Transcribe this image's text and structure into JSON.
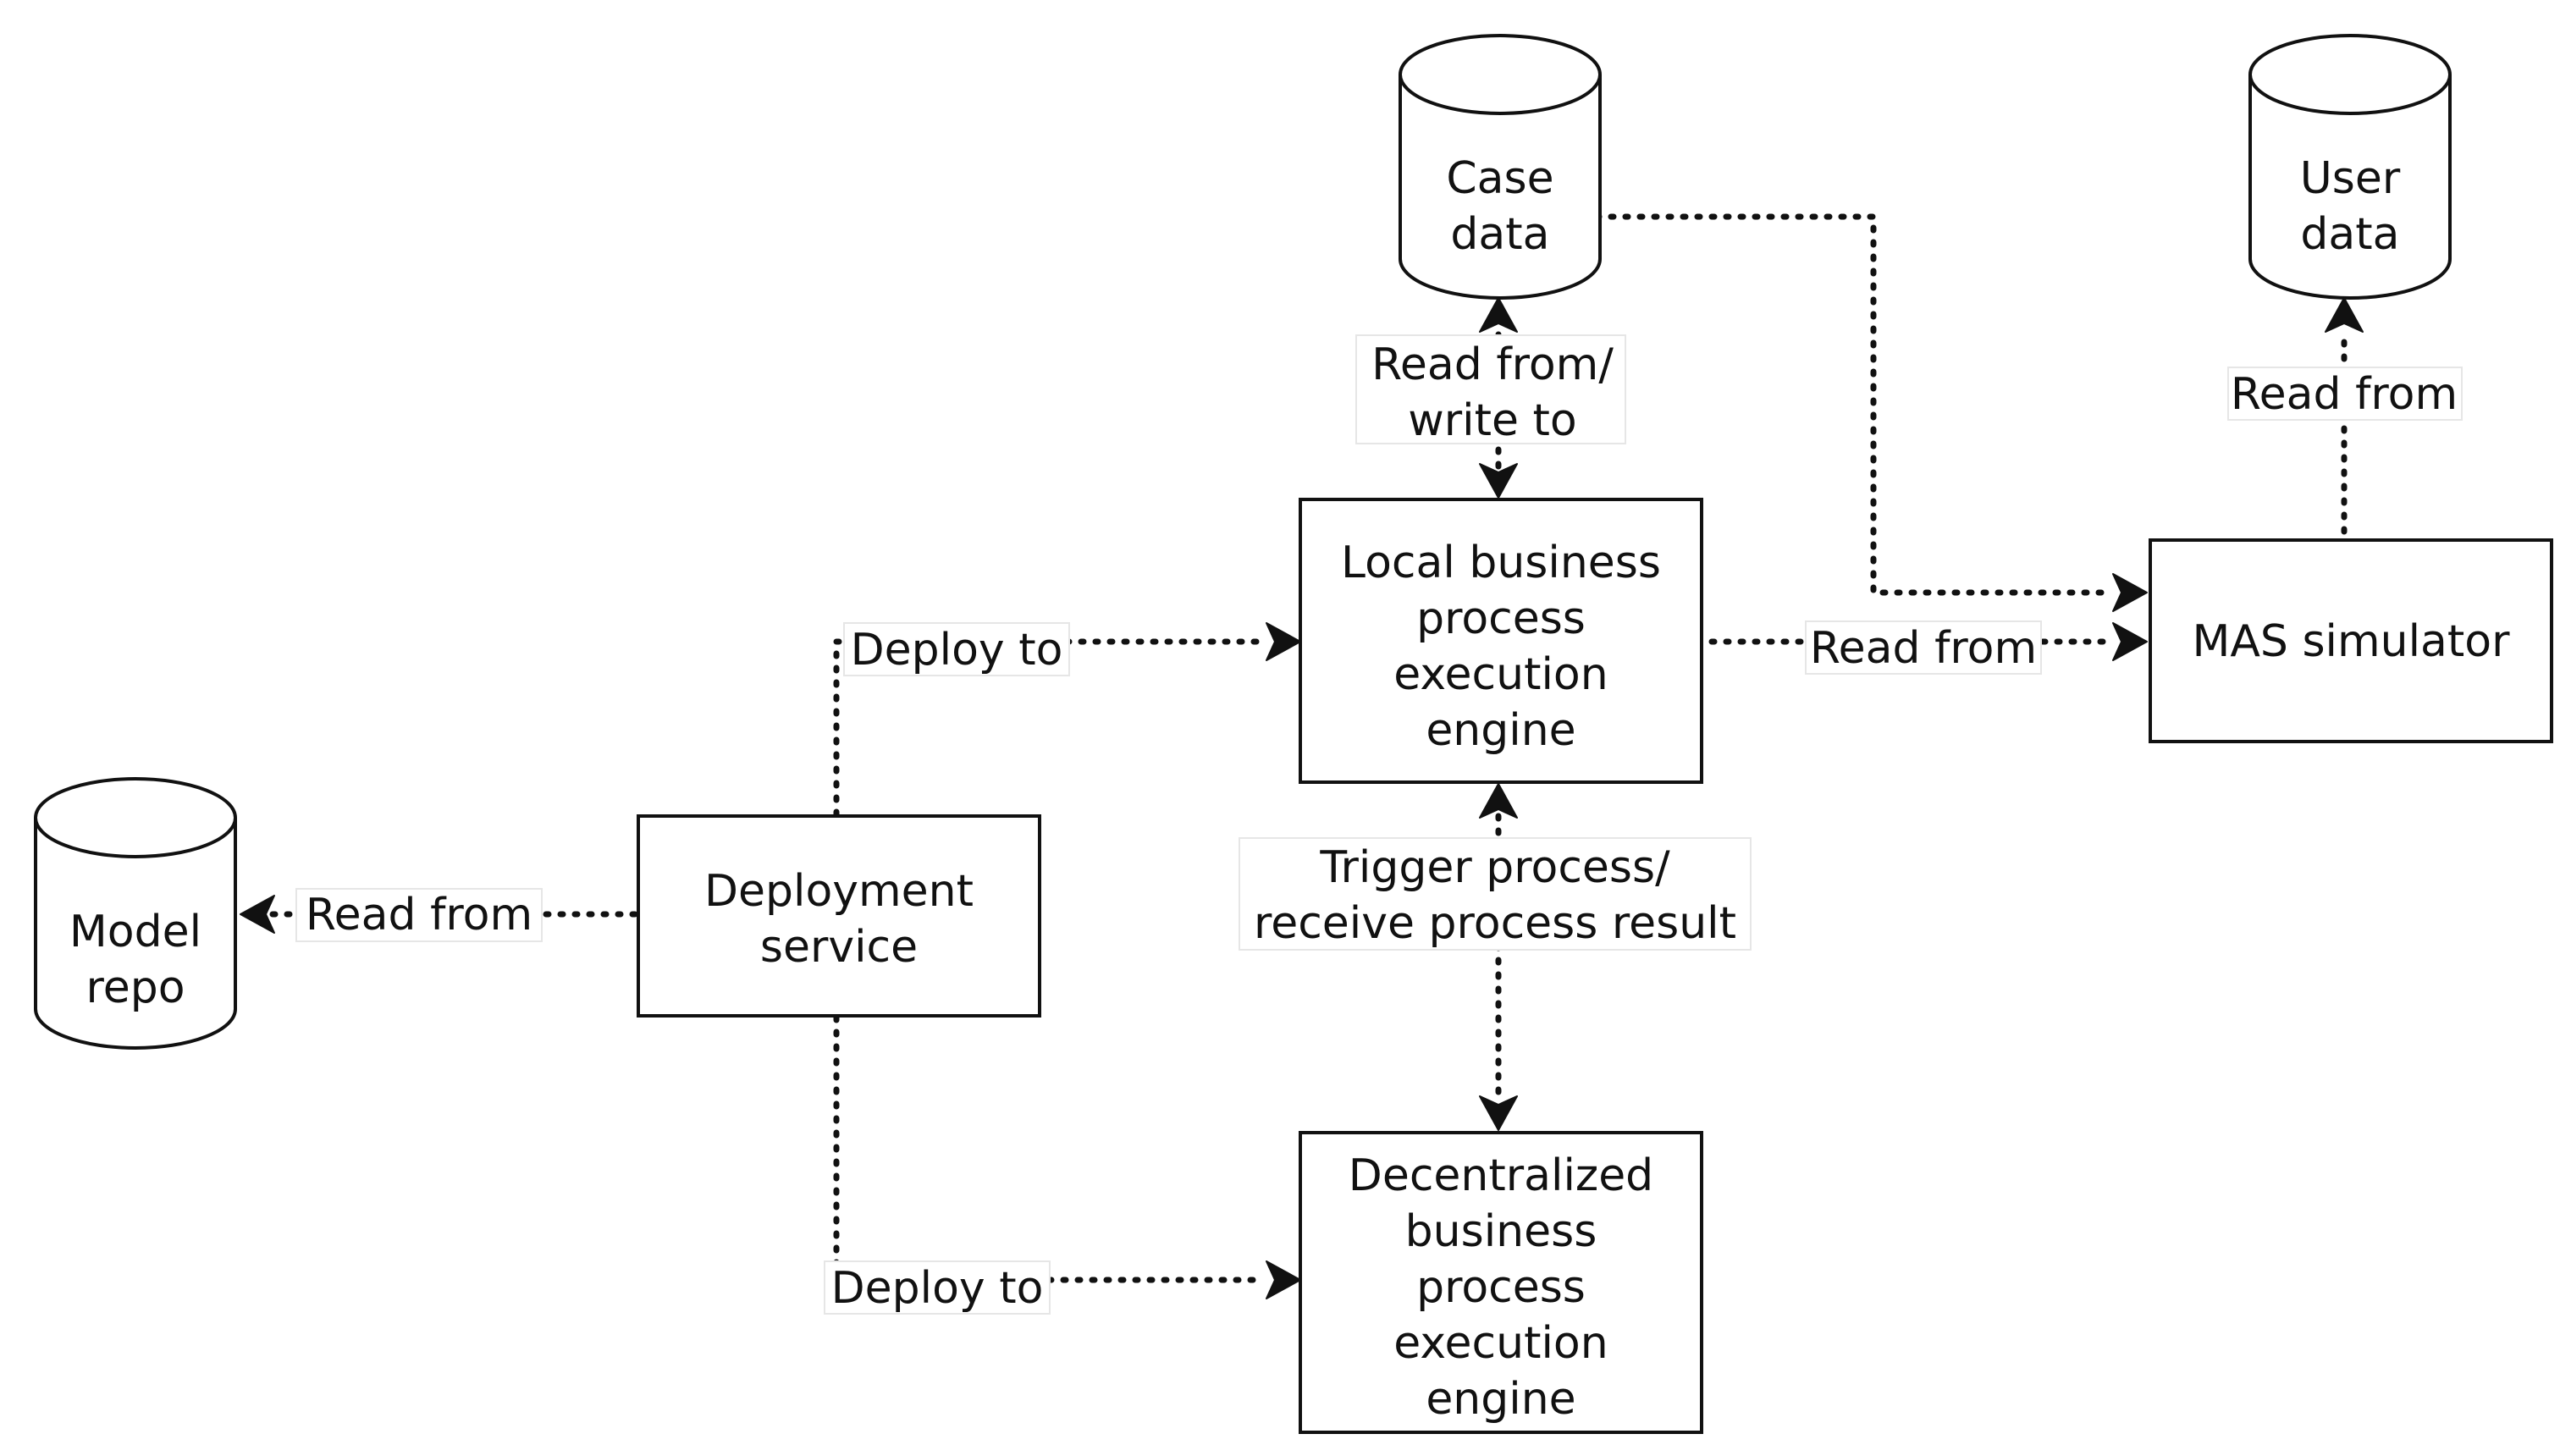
{
  "nodes": {
    "case_data": {
      "lines": [
        "Case",
        "data"
      ]
    },
    "user_data": {
      "lines": [
        "User",
        "data"
      ]
    },
    "model_repo": {
      "lines": [
        "Model",
        "repo"
      ]
    },
    "local_engine": {
      "lines": [
        "Local business",
        "process",
        "execution",
        "engine"
      ]
    },
    "mas_simulator": {
      "lines": [
        "MAS simulator"
      ]
    },
    "deployment_service": {
      "lines": [
        "Deployment",
        "service"
      ]
    },
    "decentralized_engine": {
      "lines": [
        "Decentralized",
        "business",
        "process",
        "execution",
        "engine"
      ]
    }
  },
  "edges": {
    "case_rw": {
      "lines": [
        "Read from/",
        "write to"
      ]
    },
    "user_read": {
      "lines": [
        "Read from"
      ]
    },
    "mas_read_local": {
      "lines": [
        "Read from"
      ]
    },
    "deploy_local": {
      "lines": [
        "Deploy to"
      ]
    },
    "deploy_decentralized": {
      "lines": [
        "Deploy to"
      ]
    },
    "model_read": {
      "lines": [
        "Read from"
      ]
    },
    "trigger": {
      "lines": [
        "Trigger process/",
        "receive process result"
      ]
    }
  }
}
